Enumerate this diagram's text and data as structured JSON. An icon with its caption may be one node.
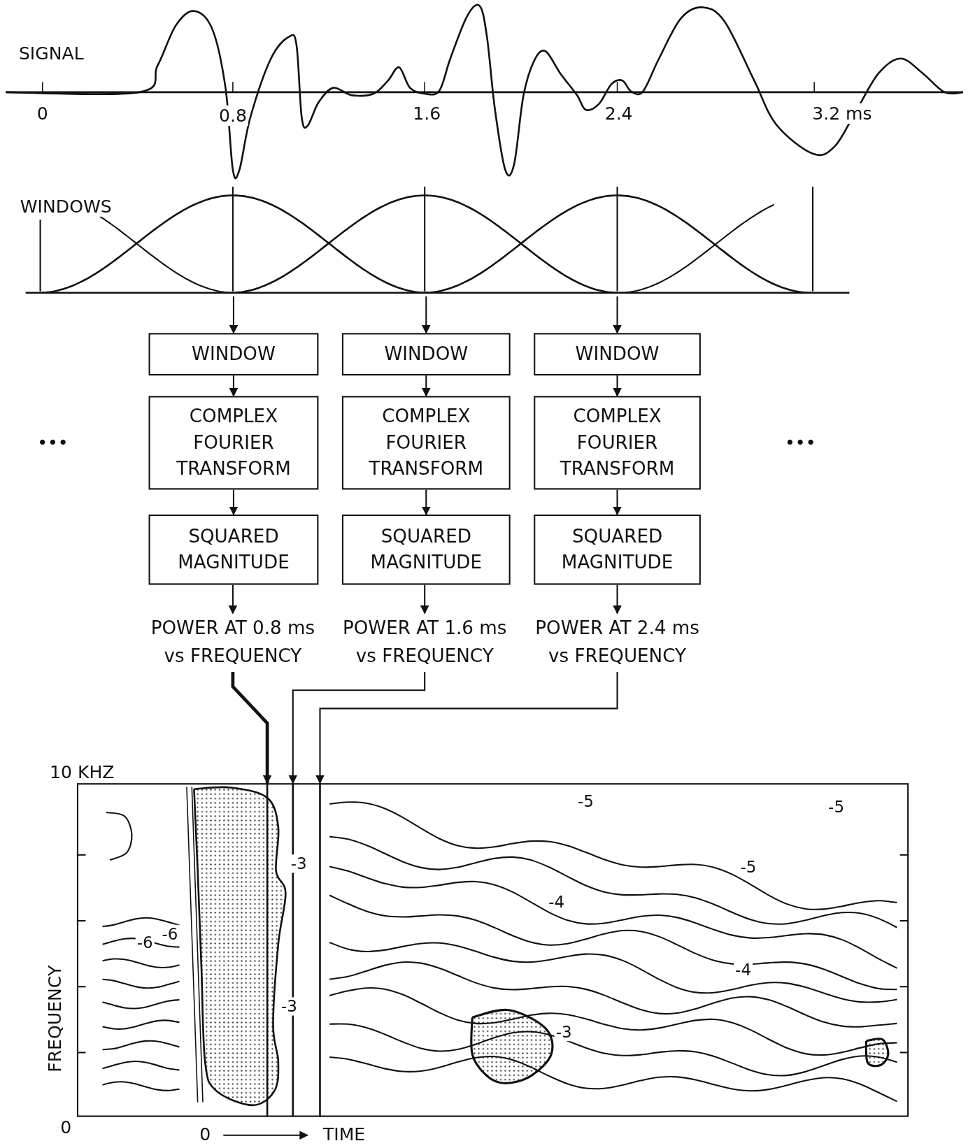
{
  "diagram": {
    "nodes": [
      {
        "text": [],
        "shape": "picture"
      },
      {
        "text": [
          "WINDOW"
        ]
      },
      {
        "text": [
          "WINDOW"
        ]
      },
      {
        "text": [
          "WINDOW"
        ]
      },
      {
        "text": [
          "COMPLEX FOURIER TRANSFORM"
        ]
      },
      {
        "text": [
          "COMPLEX FOURIER TRANSFORM"
        ]
      },
      {
        "text": [
          "COMPLEX FOURIER TRANSFORM"
        ]
      },
      {
        "text": [
          "SQUARED MAGNITUDE"
        ]
      },
      {
        "text": [
          "SQUARED MAGNITUDE"
        ]
      },
      {
        "text": [
          "SQUARED MAGNITUDE"
        ]
      },
      {
        "text": [
          "POWER AT 0.8 ms vs FREQUENCY"
        ]
      },
      {
        "text": [
          "POWER AT 1.6 ms vs FREQUENCY"
        ]
      },
      {
        "text": [
          "POWER AT 2.4 ms vs FREQUENCY"
        ]
      },
      {
        "text": [],
        "shape": "picture",
        "beside": [
          "10 KHZ",
          "FREQUENCY",
          "0",
          "0",
          "TIME"
        ]
      }
    ],
    "edges": [
      {
        "from": 0,
        "to": 1,
        "arrow": "to"
      },
      {
        "from": 0,
        "to": 2,
        "arrow": "to"
      },
      {
        "from": 0,
        "to": 3,
        "arrow": "to"
      },
      {
        "from": 1,
        "to": 4,
        "arrow": "to"
      },
      {
        "from": 2,
        "to": 5,
        "arrow": "to"
      },
      {
        "from": 3,
        "to": 6,
        "arrow": "to"
      },
      {
        "from": 4,
        "to": 7,
        "arrow": "to"
      },
      {
        "from": 5,
        "to": 8,
        "arrow": "to"
      },
      {
        "from": 6,
        "to": 9,
        "arrow": "to"
      },
      {
        "from": 7,
        "to": 10,
        "arrow": "to"
      },
      {
        "from": 8,
        "to": 11,
        "arrow": "to"
      },
      {
        "from": 9,
        "to": 12,
        "arrow": "to"
      },
      {
        "from": 10,
        "to": 13,
        "arrow": "to",
        "style": "thick"
      },
      {
        "from": 11,
        "to": 13,
        "arrow": "to"
      },
      {
        "from": 12,
        "to": 13,
        "arrow": "to"
      }
    ],
    "labels": [
      "SIGNAL",
      "0",
      "0.8",
      "1.6",
      "2.4",
      "3.2 ms",
      "WINDOWS",
      "•••",
      "•••",
      "-5",
      "-5",
      "-3",
      "-5",
      "-4",
      "-6",
      "-6",
      "-4",
      "-3",
      "-3"
    ]
  }
}
